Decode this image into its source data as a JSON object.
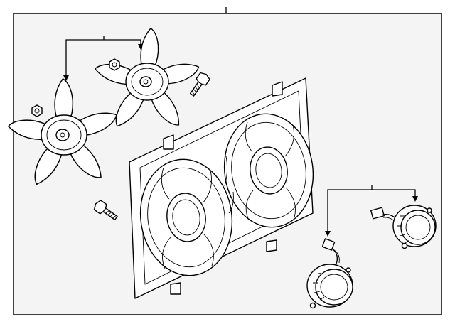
{
  "diagram": {
    "background": "#ffffff",
    "frame_fill": "#f4f4f4",
    "stroke": "#000000",
    "parts": [
      {
        "name": "fan-assembly"
      },
      {
        "name": "fan-blade-upper"
      },
      {
        "name": "fan-blade-lower"
      },
      {
        "name": "nut-upper"
      },
      {
        "name": "nut-lower"
      },
      {
        "name": "bolt-upper"
      },
      {
        "name": "bolt-lower"
      },
      {
        "name": "fan-shroud"
      },
      {
        "name": "fan-motor-left"
      },
      {
        "name": "fan-motor-right"
      }
    ]
  }
}
